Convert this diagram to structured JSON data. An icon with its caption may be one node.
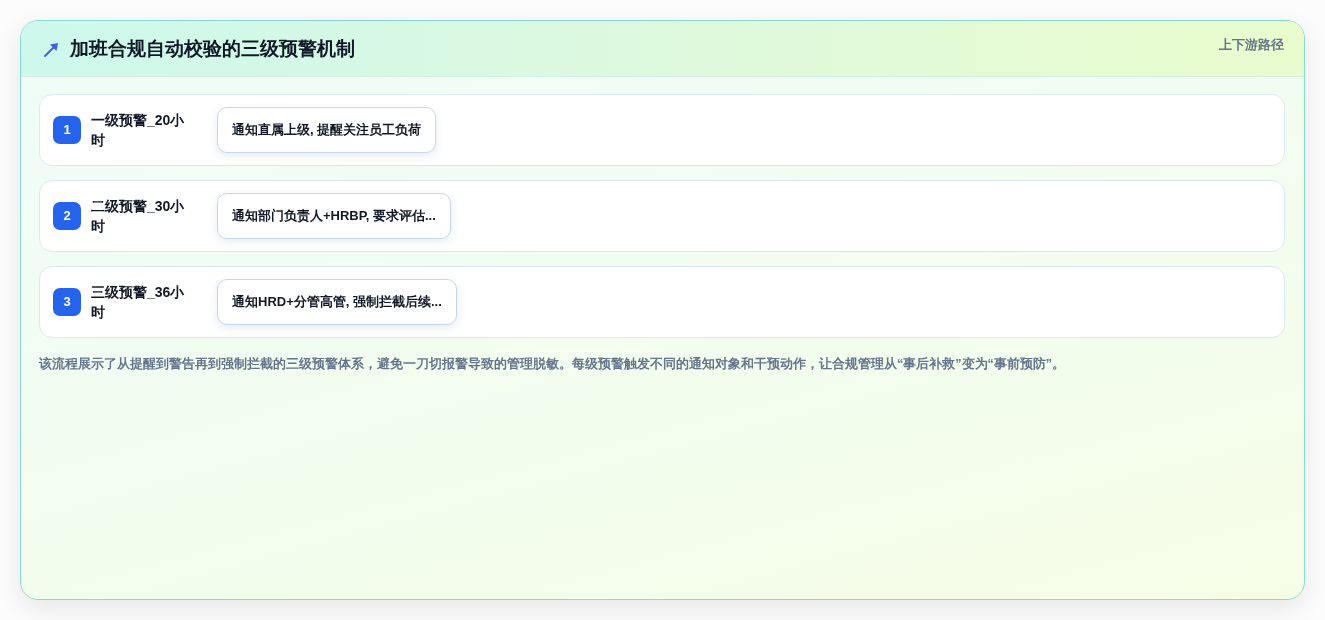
{
  "diagram": {
    "title": "加班合规自动校验的三级预警机制",
    "caption": "该流程展示了从提醒到警告再到强制拦截的三级预警体系，避免一刀切报警导致的管理脱敏。每级预警触发不同的通知对象和干预动作，让合规管理从“事后补救”变为“事前预防”。",
    "nodes": [
      {
        "text": [
          "一级预警_20小时"
        ]
      },
      {
        "text": [
          "1"
        ],
        "in": 0
      },
      {
        "text": [
          "通知直属上级, 提醒关注员工负荷"
        ],
        "in": 0
      },
      {
        "text": [
          "二级预警_30小时"
        ]
      },
      {
        "text": [
          "2"
        ],
        "in": 3
      },
      {
        "text": [
          "通知部门负责人+HRBP, 要求评估..."
        ],
        "in": 3
      },
      {
        "text": [
          "三级预警_36小时"
        ]
      },
      {
        "text": [
          "3"
        ],
        "in": 6
      },
      {
        "text": [
          "通知HRD+分管高管, 强制拦截后续..."
        ],
        "in": 6
      }
    ],
    "labels": [
      "上下游路径"
    ]
  }
}
